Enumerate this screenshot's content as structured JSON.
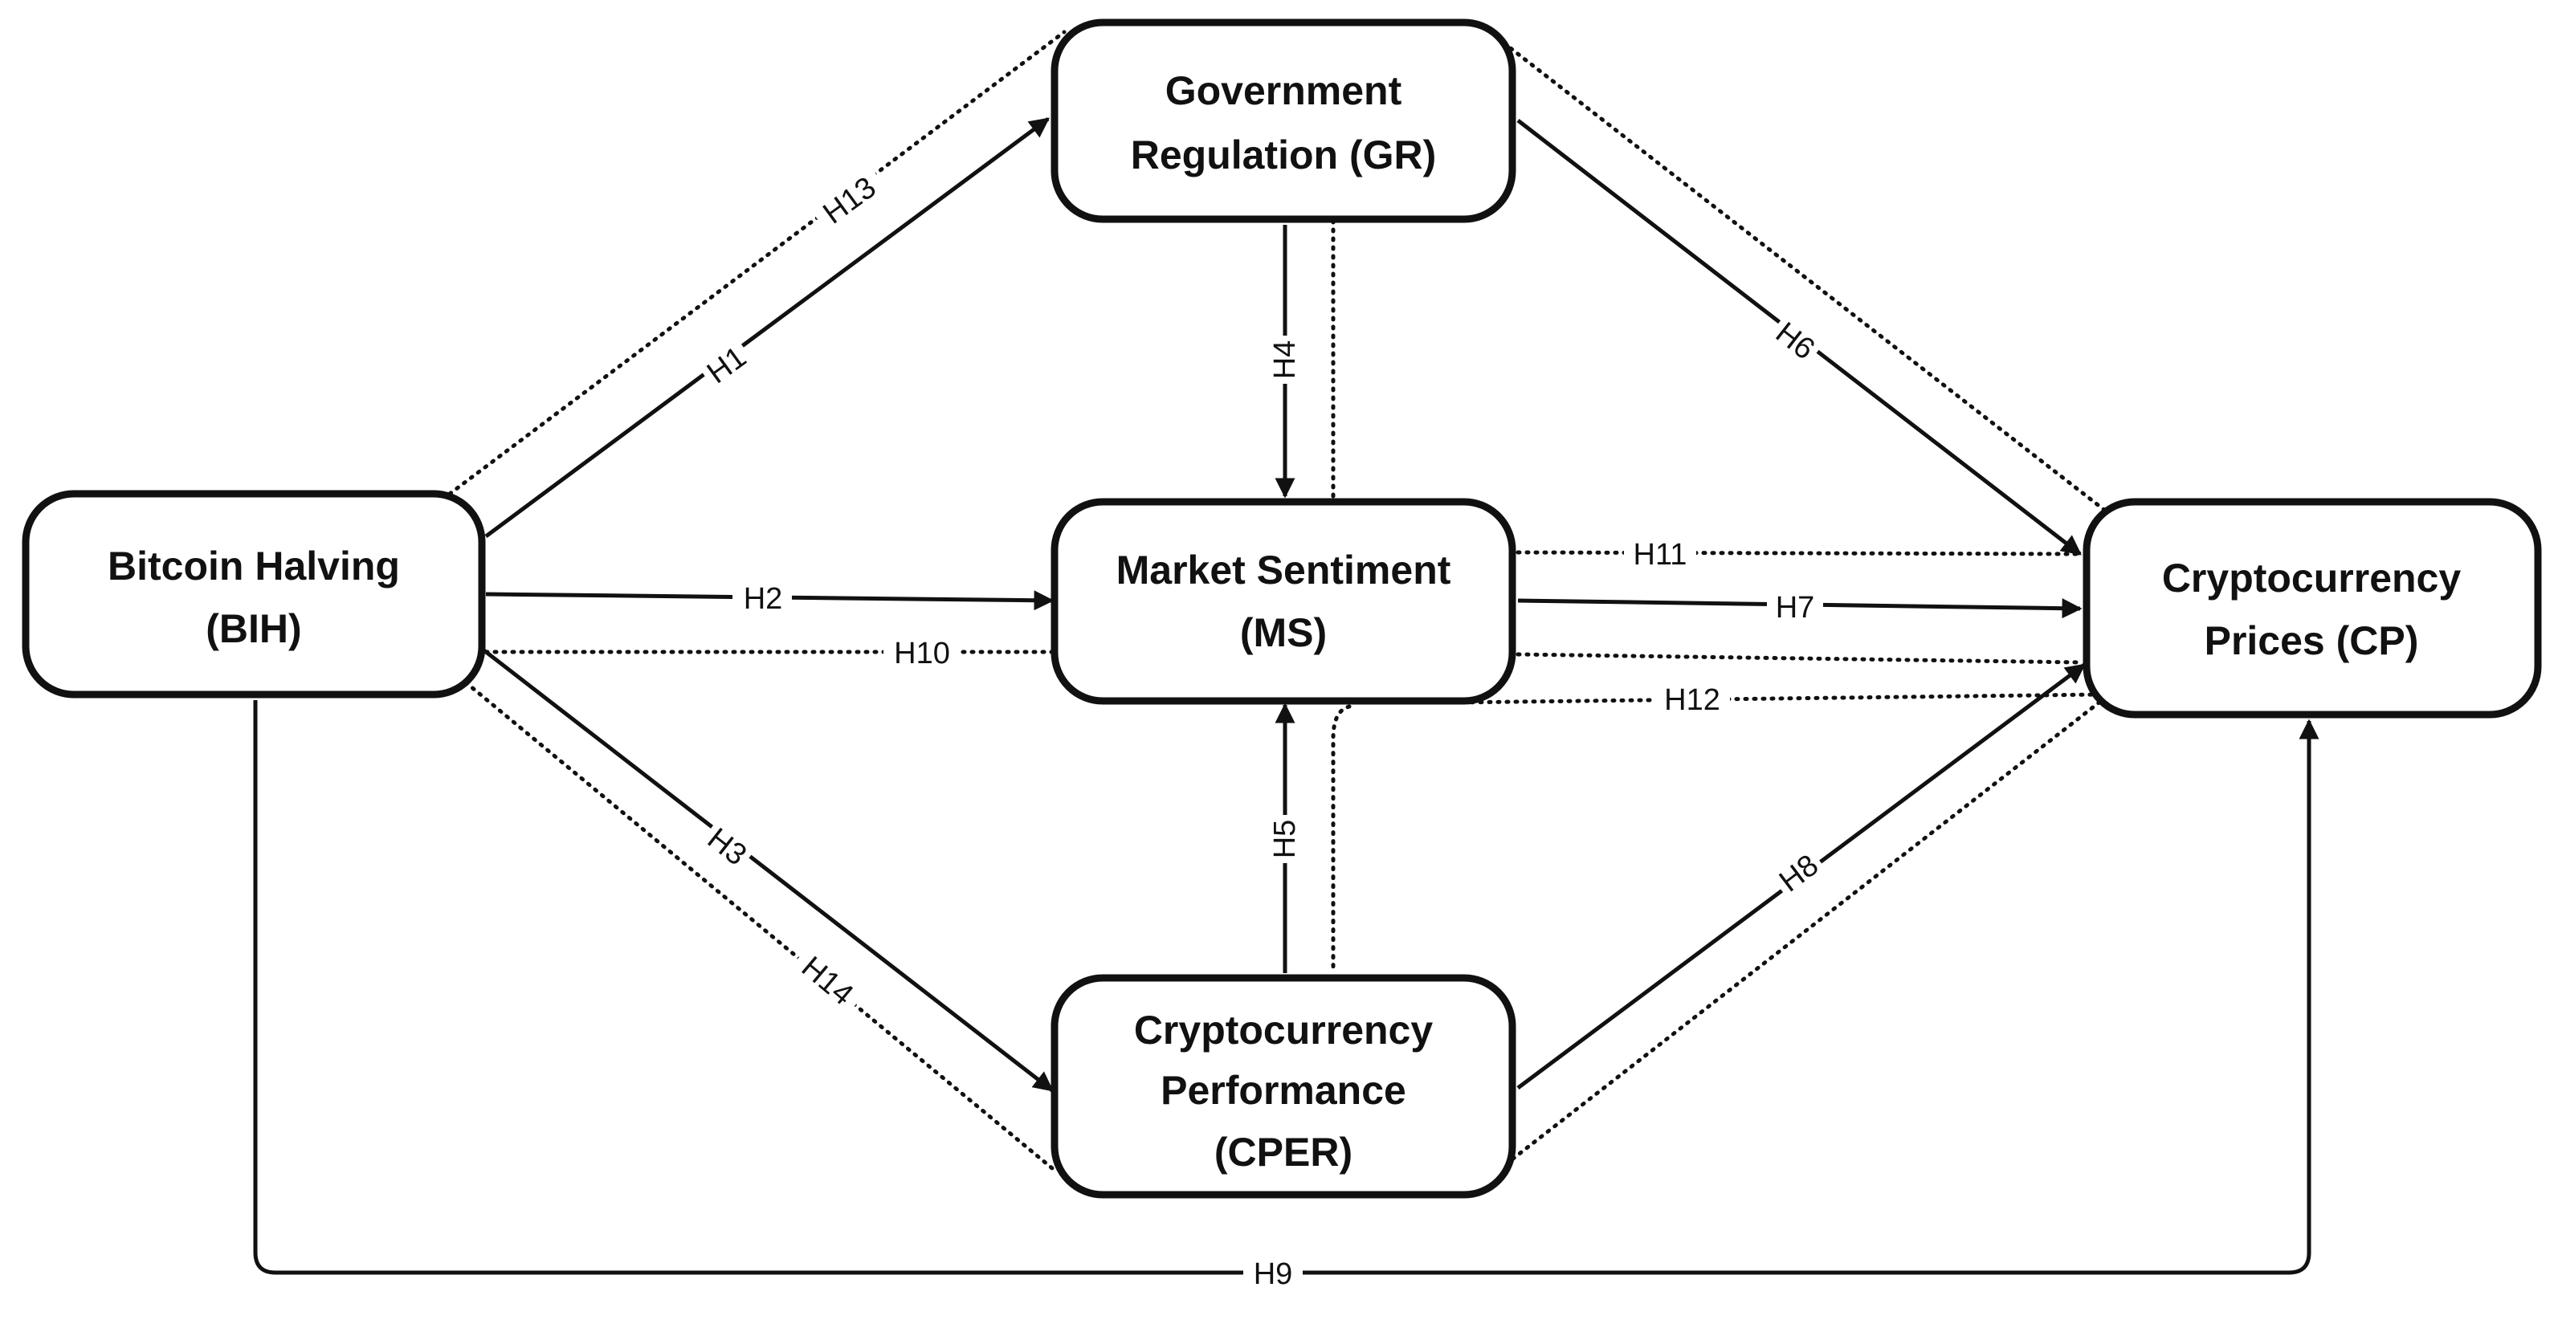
{
  "nodes": {
    "bih": {
      "line1": "Bitcoin Halving",
      "line2": "(BIH)"
    },
    "gr": {
      "line1": "Government",
      "line2": "Regulation (GR)"
    },
    "ms": {
      "line1": "Market Sentiment",
      "line2": "(MS)"
    },
    "cper": {
      "line1": "Cryptocurrency",
      "line2": "Performance",
      "line3": "(CPER)"
    },
    "cp": {
      "line1": "Cryptocurrency",
      "line2": "Prices (CP)"
    }
  },
  "edges": {
    "h1": {
      "label": "H1",
      "from": "BIH",
      "to": "GR",
      "style": "solid"
    },
    "h2": {
      "label": "H2",
      "from": "BIH",
      "to": "MS",
      "style": "solid"
    },
    "h3": {
      "label": "H3",
      "from": "BIH",
      "to": "CPER",
      "style": "solid"
    },
    "h4": {
      "label": "H4",
      "from": "GR",
      "to": "MS",
      "style": "solid"
    },
    "h5": {
      "label": "H5",
      "from": "CPER",
      "to": "MS",
      "style": "solid"
    },
    "h6": {
      "label": "H6",
      "from": "GR",
      "to": "CP",
      "style": "solid"
    },
    "h7": {
      "label": "H7",
      "from": "MS",
      "to": "CP",
      "style": "solid"
    },
    "h8": {
      "label": "H8",
      "from": "CPER",
      "to": "CP",
      "style": "solid"
    },
    "h9": {
      "label": "H9",
      "from": "BIH",
      "to": "CP",
      "style": "solid"
    },
    "h10": {
      "label": "H10",
      "style": "dotted"
    },
    "h11": {
      "label": "H11",
      "style": "dotted"
    },
    "h12": {
      "label": "H12",
      "style": "dotted"
    },
    "h13": {
      "label": "H13",
      "style": "dotted"
    },
    "h14": {
      "label": "H14",
      "style": "dotted"
    }
  }
}
